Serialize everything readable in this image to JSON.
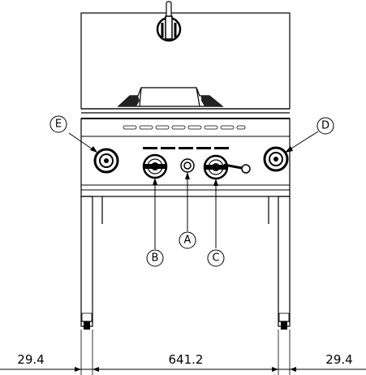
{
  "callouts": {
    "a": "A",
    "b": "B",
    "c": "C",
    "d": "D",
    "e": "E"
  },
  "dimensions": {
    "left": "29.4",
    "center": "641.2",
    "right": "29.4"
  }
}
